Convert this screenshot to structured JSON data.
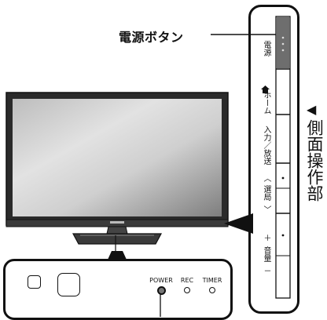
{
  "callout": {
    "power_button_label": "電源ボタン"
  },
  "side_panel": {
    "title": "側面操作部",
    "arrow_glyph": "◀",
    "buttons": [
      {
        "id": "power",
        "label": "電源"
      },
      {
        "id": "home",
        "icon": "home-icon",
        "label": "ホーム"
      },
      {
        "id": "input",
        "label": "入力／放送"
      },
      {
        "id": "channel",
        "top": "︿",
        "label": "選局",
        "bottom": "﹀"
      },
      {
        "id": "volume",
        "top": "＋",
        "label": "音量",
        "bottom": "－"
      }
    ]
  },
  "front_panel": {
    "power_label": "POWER",
    "rec_label": "REC",
    "timer_label": "TIMER"
  },
  "colors": {
    "line": "#111111",
    "screen_light": "#d9d9d9",
    "screen_dark": "#8a8a8a",
    "bezel": "#2a2a2a"
  }
}
